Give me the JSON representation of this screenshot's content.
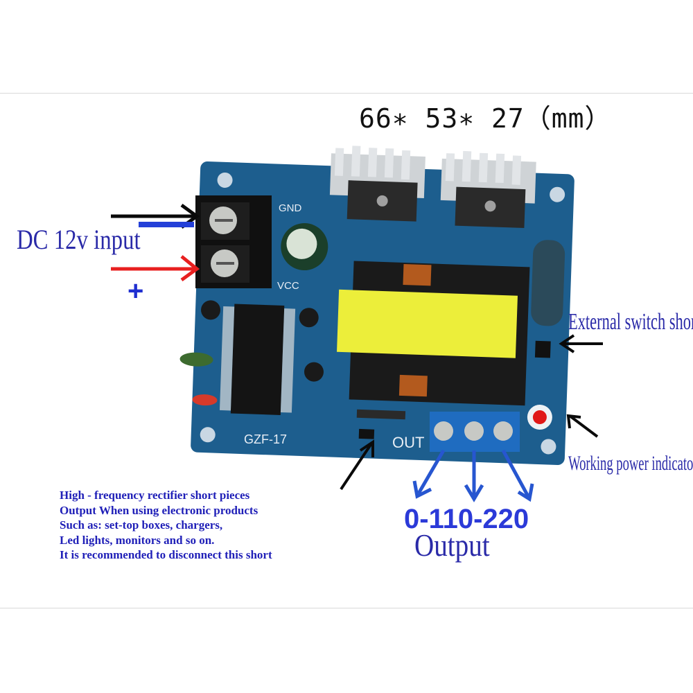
{
  "dimensions": "66∗  53∗ 27（mm）",
  "input_label": "DC 12v input",
  "plus_sign": "+",
  "terminal_labels": {
    "gnd": "GND",
    "vcc": "VCC"
  },
  "board_label": "GZF-17",
  "out_silk": "OUT",
  "external_switch_label": "External switch short",
  "power_indicator_label": "Working power indicator",
  "rectifier_note": [
    "High - frequency rectifier short pieces",
    "Output When using electronic products",
    "Such as: set-top boxes, chargers,",
    "Led lights, monitors and so on.",
    "It is recommended to disconnect this short"
  ],
  "output_range": "0-110-220",
  "output_label": "Output",
  "colors": {
    "board": "#1d5e8e",
    "annotation_blue": "#2a2aa8",
    "arrow_blue": "#2756d0",
    "arrow_red": "#e82020",
    "led_red": "#e01818"
  }
}
